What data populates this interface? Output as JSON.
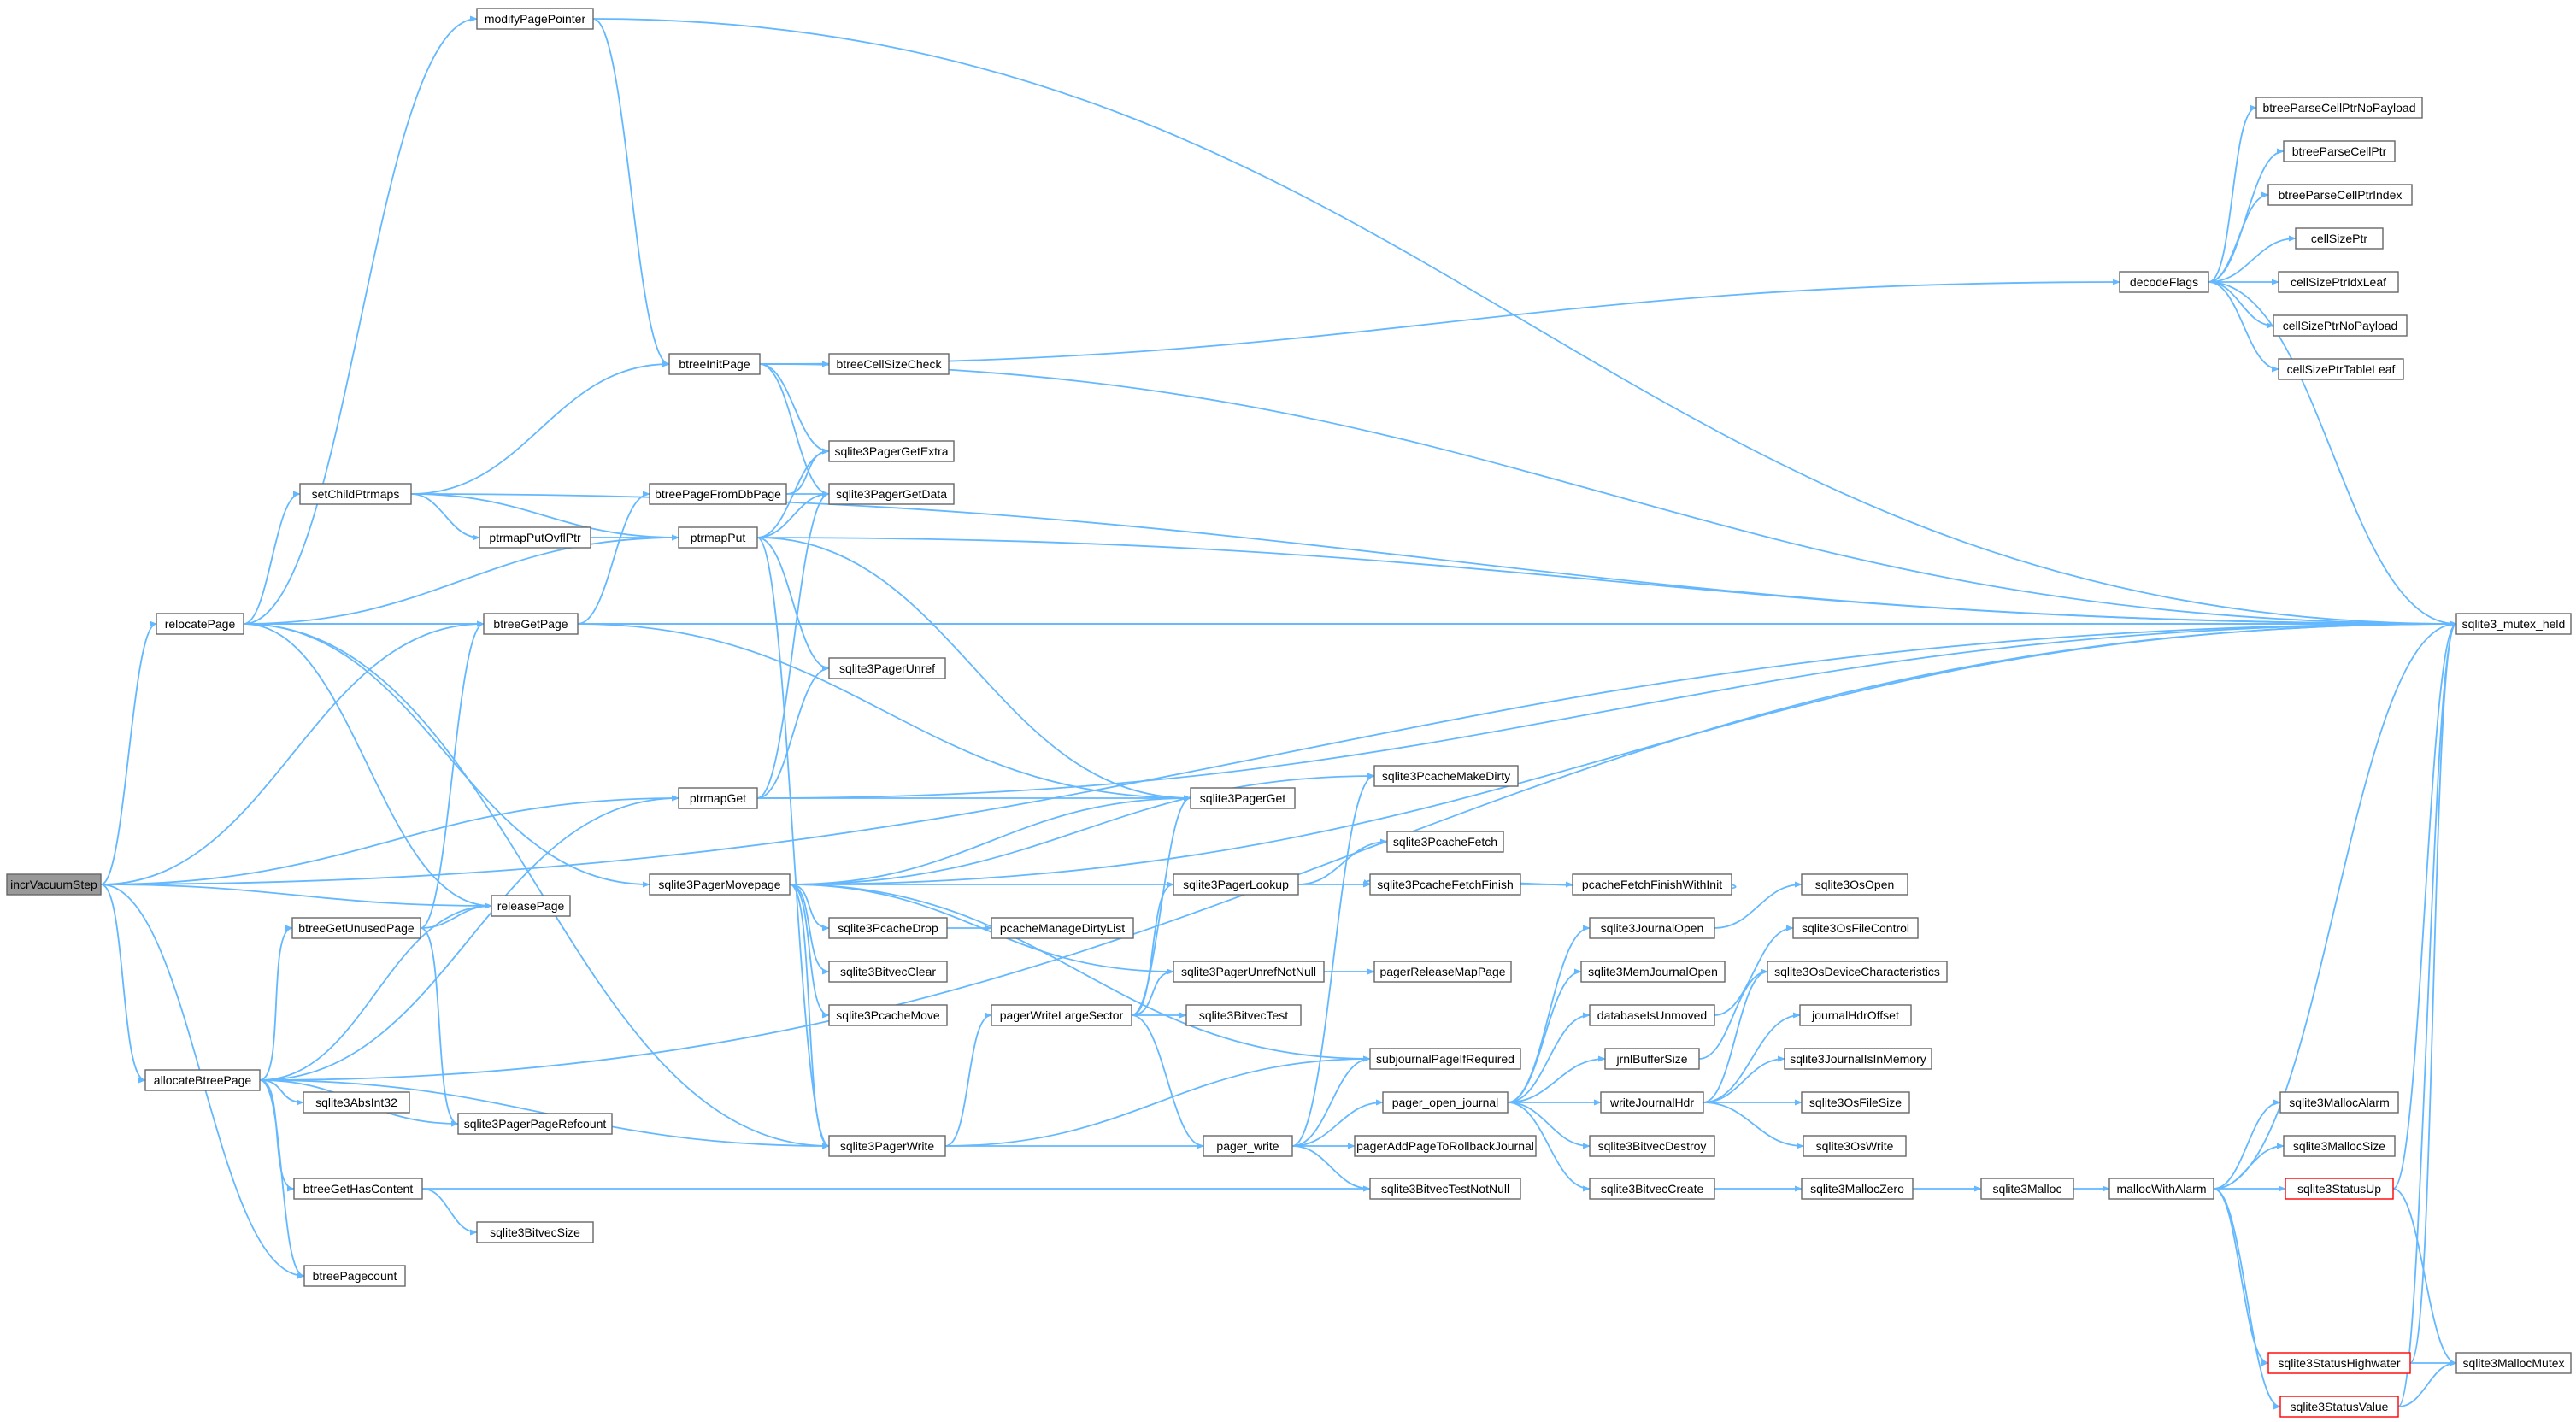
{
  "graph": {
    "nodes": [
      {
        "id": "incrVacuumStep",
        "label": "incrVacuumStep",
        "root": true
      },
      {
        "id": "modifyPagePointer",
        "label": "modifyPagePointer"
      },
      {
        "id": "relocatePage",
        "label": "relocatePage"
      },
      {
        "id": "setChildPtrmaps",
        "label": "setChildPtrmaps"
      },
      {
        "id": "btreeGetPage",
        "label": "btreeGetPage"
      },
      {
        "id": "btreeGetUnusedPage",
        "label": "btreeGetUnusedPage"
      },
      {
        "id": "allocateBtreePage",
        "label": "allocateBtreePage"
      },
      {
        "id": "releasePage",
        "label": "releasePage"
      },
      {
        "id": "sqlite3AbsInt32",
        "label": "sqlite3AbsInt32"
      },
      {
        "id": "sqlite3PagerPageRefcount",
        "label": "sqlite3PagerPageRefcount"
      },
      {
        "id": "btreeGetHasContent",
        "label": "btreeGetHasContent"
      },
      {
        "id": "sqlite3BitvecSize",
        "label": "sqlite3BitvecSize"
      },
      {
        "id": "btreePagecount",
        "label": "btreePagecount"
      },
      {
        "id": "ptrmapPutOvflPtr",
        "label": "ptrmapPutOvflPtr"
      },
      {
        "id": "btreeInitPage",
        "label": "btreeInitPage"
      },
      {
        "id": "btreePageFromDbPage",
        "label": "btreePageFromDbPage"
      },
      {
        "id": "ptrmapPut",
        "label": "ptrmapPut"
      },
      {
        "id": "ptrmapGet",
        "label": "ptrmapGet"
      },
      {
        "id": "sqlite3PagerMovepage",
        "label": "sqlite3PagerMovepage"
      },
      {
        "id": "btreeCellSizeCheck",
        "label": "btreeCellSizeCheck"
      },
      {
        "id": "sqlite3PagerGetExtra",
        "label": "sqlite3PagerGetExtra"
      },
      {
        "id": "sqlite3PagerGetData",
        "label": "sqlite3PagerGetData"
      },
      {
        "id": "sqlite3PagerUnref",
        "label": "sqlite3PagerUnref"
      },
      {
        "id": "sqlite3PcacheDrop",
        "label": "sqlite3PcacheDrop"
      },
      {
        "id": "sqlite3BitvecClear",
        "label": "sqlite3BitvecClear"
      },
      {
        "id": "sqlite3PcacheMove",
        "label": "sqlite3PcacheMove"
      },
      {
        "id": "sqlite3PagerWrite",
        "label": "sqlite3PagerWrite"
      },
      {
        "id": "pcacheManageDirtyList",
        "label": "pcacheManageDirtyList"
      },
      {
        "id": "pagerWriteLargeSector",
        "label": "pagerWriteLargeSector"
      },
      {
        "id": "sqlite3PagerGet",
        "label": "sqlite3PagerGet"
      },
      {
        "id": "sqlite3PagerLookup",
        "label": "sqlite3PagerLookup"
      },
      {
        "id": "sqlite3PagerUnrefNotNull",
        "label": "sqlite3PagerUnrefNotNull"
      },
      {
        "id": "sqlite3BitvecTest",
        "label": "sqlite3BitvecTest"
      },
      {
        "id": "pager_write",
        "label": "pager_write"
      },
      {
        "id": "sqlite3PcacheMakeDirty",
        "label": "sqlite3PcacheMakeDirty"
      },
      {
        "id": "sqlite3PcacheFetch",
        "label": "sqlite3PcacheFetch"
      },
      {
        "id": "sqlite3PcacheFetchFinish",
        "label": "sqlite3PcacheFetchFinish"
      },
      {
        "id": "pagerReleaseMapPage",
        "label": "pagerReleaseMapPage"
      },
      {
        "id": "subjournalPageIfRequired",
        "label": "subjournalPageIfRequired"
      },
      {
        "id": "pager_open_journal",
        "label": "pager_open_journal"
      },
      {
        "id": "pagerAddPageToRollbackJournal",
        "label": "pagerAddPageToRollbackJournal"
      },
      {
        "id": "sqlite3BitvecTestNotNull",
        "label": "sqlite3BitvecTestNotNull"
      },
      {
        "id": "pcacheFetchFinishWithInit",
        "label": "pcacheFetchFinishWithInit"
      },
      {
        "id": "sqlite3JournalOpen",
        "label": "sqlite3JournalOpen"
      },
      {
        "id": "sqlite3MemJournalOpen",
        "label": "sqlite3MemJournalOpen"
      },
      {
        "id": "databaseIsUnmoved",
        "label": "databaseIsUnmoved"
      },
      {
        "id": "jrnlBufferSize",
        "label": "jrnlBufferSize"
      },
      {
        "id": "writeJournalHdr",
        "label": "writeJournalHdr"
      },
      {
        "id": "sqlite3BitvecDestroy",
        "label": "sqlite3BitvecDestroy"
      },
      {
        "id": "sqlite3BitvecCreate",
        "label": "sqlite3BitvecCreate"
      },
      {
        "id": "sqlite3OsOpen",
        "label": "sqlite3OsOpen"
      },
      {
        "id": "sqlite3OsFileControl",
        "label": "sqlite3OsFileControl"
      },
      {
        "id": "sqlite3OsDeviceCharacteristics",
        "label": "sqlite3OsDeviceCharacteristics"
      },
      {
        "id": "journalHdrOffset",
        "label": "journalHdrOffset"
      },
      {
        "id": "sqlite3JournalIsInMemory",
        "label": "sqlite3JournalIsInMemory"
      },
      {
        "id": "sqlite3OsFileSize",
        "label": "sqlite3OsFileSize"
      },
      {
        "id": "sqlite3OsWrite",
        "label": "sqlite3OsWrite"
      },
      {
        "id": "sqlite3MallocZero",
        "label": "sqlite3MallocZero"
      },
      {
        "id": "sqlite3Malloc",
        "label": "sqlite3Malloc"
      },
      {
        "id": "mallocWithAlarm",
        "label": "mallocWithAlarm"
      },
      {
        "id": "decodeFlags",
        "label": "decodeFlags"
      },
      {
        "id": "btreeParseCellPtrNoPayload",
        "label": "btreeParseCellPtrNoPayload"
      },
      {
        "id": "btreeParseCellPtr",
        "label": "btreeParseCellPtr"
      },
      {
        "id": "btreeParseCellPtrIndex",
        "label": "btreeParseCellPtrIndex"
      },
      {
        "id": "cellSizePtr",
        "label": "cellSizePtr"
      },
      {
        "id": "cellSizePtrIdxLeaf",
        "label": "cellSizePtrIdxLeaf"
      },
      {
        "id": "cellSizePtrNoPayload",
        "label": "cellSizePtrNoPayload"
      },
      {
        "id": "cellSizePtrTableLeaf",
        "label": "cellSizePtrTableLeaf"
      },
      {
        "id": "sqlite3_mutex_held",
        "label": "sqlite3_mutex_held"
      },
      {
        "id": "sqlite3MallocAlarm",
        "label": "sqlite3MallocAlarm"
      },
      {
        "id": "sqlite3MallocSize",
        "label": "sqlite3MallocSize"
      },
      {
        "id": "sqlite3StatusUp",
        "label": "sqlite3StatusUp",
        "truncated": true
      },
      {
        "id": "sqlite3StatusHighwater",
        "label": "sqlite3StatusHighwater",
        "truncated": true
      },
      {
        "id": "sqlite3StatusValue",
        "label": "sqlite3StatusValue",
        "truncated": true
      },
      {
        "id": "sqlite3MallocMutex",
        "label": "sqlite3MallocMutex"
      }
    ],
    "edges": [
      [
        "incrVacuumStep",
        "relocatePage"
      ],
      [
        "incrVacuumStep",
        "btreeGetPage"
      ],
      [
        "incrVacuumStep",
        "ptrmapGet"
      ],
      [
        "incrVacuumStep",
        "releasePage"
      ],
      [
        "incrVacuumStep",
        "allocateBtreePage"
      ],
      [
        "incrVacuumStep",
        "btreePagecount"
      ],
      [
        "incrVacuumStep",
        "sqlite3_mutex_held"
      ],
      [
        "relocatePage",
        "modifyPagePointer"
      ],
      [
        "relocatePage",
        "setChildPtrmaps"
      ],
      [
        "relocatePage",
        "ptrmapPut"
      ],
      [
        "relocatePage",
        "btreeGetPage"
      ],
      [
        "relocatePage",
        "sqlite3PagerMovepage"
      ],
      [
        "relocatePage",
        "releasePage"
      ],
      [
        "relocatePage",
        "sqlite3PagerWrite"
      ],
      [
        "relocatePage",
        "sqlite3_mutex_held"
      ],
      [
        "modifyPagePointer",
        "btreeInitPage"
      ],
      [
        "modifyPagePointer",
        "sqlite3_mutex_held"
      ],
      [
        "setChildPtrmaps",
        "btreeInitPage"
      ],
      [
        "setChildPtrmaps",
        "ptrmapPutOvflPtr"
      ],
      [
        "setChildPtrmaps",
        "ptrmapPut"
      ],
      [
        "setChildPtrmaps",
        "sqlite3_mutex_held"
      ],
      [
        "ptrmapPutOvflPtr",
        "ptrmapPut"
      ],
      [
        "btreeGetPage",
        "btreePageFromDbPage"
      ],
      [
        "btreeGetPage",
        "sqlite3PagerGet"
      ],
      [
        "btreeGetPage",
        "sqlite3_mutex_held"
      ],
      [
        "btreePageFromDbPage",
        "sqlite3PagerGetExtra"
      ],
      [
        "btreePageFromDbPage",
        "sqlite3PagerGetData"
      ],
      [
        "btreeInitPage",
        "btreeCellSizeCheck"
      ],
      [
        "btreeInitPage",
        "sqlite3PagerGetExtra"
      ],
      [
        "btreeInitPage",
        "sqlite3PagerGetData"
      ],
      [
        "btreeInitPage",
        "decodeFlags"
      ],
      [
        "btreeInitPage",
        "sqlite3_mutex_held"
      ],
      [
        "ptrmapPut",
        "sqlite3PagerGetExtra"
      ],
      [
        "ptrmapPut",
        "sqlite3PagerGetData"
      ],
      [
        "ptrmapPut",
        "sqlite3PagerUnref"
      ],
      [
        "ptrmapPut",
        "sqlite3PagerGet"
      ],
      [
        "ptrmapPut",
        "sqlite3PagerWrite"
      ],
      [
        "ptrmapPut",
        "sqlite3_mutex_held"
      ],
      [
        "ptrmapGet",
        "sqlite3PagerGetData"
      ],
      [
        "ptrmapGet",
        "sqlite3PagerUnref"
      ],
      [
        "ptrmapGet",
        "sqlite3PagerGet"
      ],
      [
        "ptrmapGet",
        "sqlite3_mutex_held"
      ],
      [
        "allocateBtreePage",
        "btreeGetUnusedPage"
      ],
      [
        "allocateBtreePage",
        "releasePage"
      ],
      [
        "allocateBtreePage",
        "sqlite3AbsInt32"
      ],
      [
        "allocateBtreePage",
        "sqlite3PagerPageRefcount"
      ],
      [
        "allocateBtreePage",
        "btreeGetHasContent"
      ],
      [
        "allocateBtreePage",
        "btreePagecount"
      ],
      [
        "allocateBtreePage",
        "ptrmapGet"
      ],
      [
        "allocateBtreePage",
        "sqlite3PagerWrite"
      ],
      [
        "allocateBtreePage",
        "sqlite3_mutex_held"
      ],
      [
        "btreeGetUnusedPage",
        "btreeGetPage"
      ],
      [
        "btreeGetUnusedPage",
        "releasePage"
      ],
      [
        "btreeGetUnusedPage",
        "sqlite3PagerPageRefcount"
      ],
      [
        "btreeGetHasContent",
        "sqlite3BitvecSize"
      ],
      [
        "btreeGetHasContent",
        "sqlite3BitvecTestNotNull"
      ],
      [
        "sqlite3PagerMovepage",
        "sqlite3PcacheDrop"
      ],
      [
        "sqlite3PagerMovepage",
        "sqlite3BitvecClear"
      ],
      [
        "sqlite3PagerMovepage",
        "sqlite3PcacheMove"
      ],
      [
        "sqlite3PagerMovepage",
        "sqlite3PagerWrite"
      ],
      [
        "sqlite3PagerMovepage",
        "sqlite3PagerLookup"
      ],
      [
        "sqlite3PagerMovepage",
        "sqlite3PagerGet"
      ],
      [
        "sqlite3PagerMovepage",
        "sqlite3PcacheMakeDirty"
      ],
      [
        "sqlite3PagerMovepage",
        "sqlite3PagerUnrefNotNull"
      ],
      [
        "sqlite3PagerMovepage",
        "subjournalPageIfRequired"
      ],
      [
        "sqlite3PagerMovepage",
        "sqlite3_mutex_held"
      ],
      [
        "sqlite3PcacheDrop",
        "pcacheManageDirtyList"
      ],
      [
        "sqlite3PagerWrite",
        "pagerWriteLargeSector"
      ],
      [
        "sqlite3PagerWrite",
        "pager_write"
      ],
      [
        "sqlite3PagerWrite",
        "subjournalPageIfRequired"
      ],
      [
        "pagerWriteLargeSector",
        "sqlite3PagerGet"
      ],
      [
        "pagerWriteLargeSector",
        "sqlite3PagerLookup"
      ],
      [
        "pagerWriteLargeSector",
        "sqlite3PagerUnrefNotNull"
      ],
      [
        "pagerWriteLargeSector",
        "sqlite3BitvecTest"
      ],
      [
        "pagerWriteLargeSector",
        "pager_write"
      ],
      [
        "sqlite3PagerLookup",
        "sqlite3PcacheFetch"
      ],
      [
        "sqlite3PagerLookup",
        "sqlite3PcacheFetchFinish"
      ],
      [
        "sqlite3PcacheFetchFinish",
        "pcacheFetchFinishWithInit"
      ],
      [
        "pcacheFetchFinishWithInit",
        "sqlite3PcacheFetchFinish"
      ],
      [
        "sqlite3PagerUnrefNotNull",
        "pagerReleaseMapPage"
      ],
      [
        "pager_write",
        "sqlite3PcacheMakeDirty"
      ],
      [
        "pager_write",
        "subjournalPageIfRequired"
      ],
      [
        "pager_write",
        "pager_open_journal"
      ],
      [
        "pager_write",
        "pagerAddPageToRollbackJournal"
      ],
      [
        "pager_write",
        "sqlite3BitvecTestNotNull"
      ],
      [
        "pager_open_journal",
        "sqlite3JournalOpen"
      ],
      [
        "pager_open_journal",
        "sqlite3MemJournalOpen"
      ],
      [
        "pager_open_journal",
        "databaseIsUnmoved"
      ],
      [
        "pager_open_journal",
        "jrnlBufferSize"
      ],
      [
        "pager_open_journal",
        "writeJournalHdr"
      ],
      [
        "pager_open_journal",
        "sqlite3BitvecDestroy"
      ],
      [
        "pager_open_journal",
        "sqlite3BitvecCreate"
      ],
      [
        "sqlite3JournalOpen",
        "sqlite3OsOpen"
      ],
      [
        "databaseIsUnmoved",
        "sqlite3OsFileControl"
      ],
      [
        "jrnlBufferSize",
        "sqlite3OsDeviceCharacteristics"
      ],
      [
        "writeJournalHdr",
        "sqlite3OsDeviceCharacteristics"
      ],
      [
        "writeJournalHdr",
        "journalHdrOffset"
      ],
      [
        "writeJournalHdr",
        "sqlite3JournalIsInMemory"
      ],
      [
        "writeJournalHdr",
        "sqlite3OsFileSize"
      ],
      [
        "writeJournalHdr",
        "sqlite3OsWrite"
      ],
      [
        "sqlite3BitvecCreate",
        "sqlite3MallocZero"
      ],
      [
        "sqlite3MallocZero",
        "sqlite3Malloc"
      ],
      [
        "sqlite3Malloc",
        "mallocWithAlarm"
      ],
      [
        "mallocWithAlarm",
        "sqlite3MallocAlarm"
      ],
      [
        "mallocWithAlarm",
        "sqlite3MallocSize"
      ],
      [
        "mallocWithAlarm",
        "sqlite3StatusUp"
      ],
      [
        "mallocWithAlarm",
        "sqlite3StatusHighwater"
      ],
      [
        "mallocWithAlarm",
        "sqlite3StatusValue"
      ],
      [
        "mallocWithAlarm",
        "sqlite3_mutex_held"
      ],
      [
        "sqlite3StatusUp",
        "sqlite3MallocMutex"
      ],
      [
        "sqlite3StatusUp",
        "sqlite3_mutex_held"
      ],
      [
        "sqlite3StatusHighwater",
        "sqlite3MallocMutex"
      ],
      [
        "sqlite3StatusHighwater",
        "sqlite3_mutex_held"
      ],
      [
        "sqlite3StatusValue",
        "sqlite3MallocMutex"
      ],
      [
        "sqlite3StatusValue",
        "sqlite3_mutex_held"
      ],
      [
        "decodeFlags",
        "btreeParseCellPtrNoPayload"
      ],
      [
        "decodeFlags",
        "btreeParseCellPtr"
      ],
      [
        "decodeFlags",
        "btreeParseCellPtrIndex"
      ],
      [
        "decodeFlags",
        "cellSizePtr"
      ],
      [
        "decodeFlags",
        "cellSizePtrIdxLeaf"
      ],
      [
        "decodeFlags",
        "cellSizePtrNoPayload"
      ],
      [
        "decodeFlags",
        "cellSizePtrTableLeaf"
      ],
      [
        "decodeFlags",
        "sqlite3_mutex_held"
      ]
    ]
  }
}
